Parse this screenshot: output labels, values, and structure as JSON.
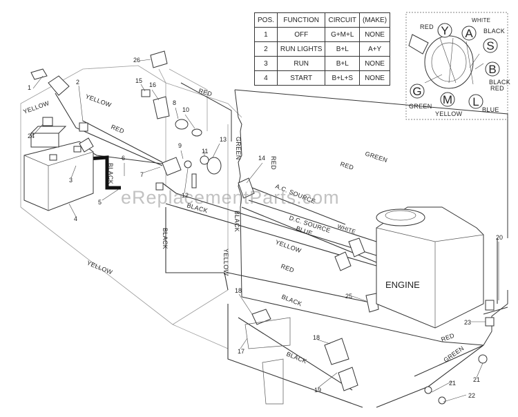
{
  "table": {
    "headers": [
      "POS.",
      "FUNCTION",
      "CIRCUIT",
      "(MAKE)"
    ],
    "rows": [
      [
        "1",
        "OFF",
        "G+M+L",
        "NONE"
      ],
      [
        "2",
        "RUN LIGHTS",
        "B+L",
        "A+Y"
      ],
      [
        "3",
        "RUN",
        "B+L",
        "NONE"
      ],
      [
        "4",
        "START",
        "B+L+S",
        "NONE"
      ]
    ]
  },
  "switch": {
    "terminals": [
      "Y",
      "A",
      "S",
      "B",
      "L",
      "M",
      "G"
    ],
    "colors": [
      "RED",
      "WHITE",
      "BLACK",
      "BLACK",
      "RED",
      "BLUE",
      "YELLOW",
      "GREEN"
    ]
  },
  "wires": [
    "YELLOW",
    "YELLOW",
    "RED",
    "BLACK",
    "RED",
    "GREEN",
    "GREEN",
    "RED",
    "RED",
    "BLACK",
    "BLACK",
    "A.C. SOURCE",
    "D.C. SOURCE",
    "WHITE",
    "BLUE",
    "YELLOW",
    "RED",
    "BLACK",
    "YELLOW",
    "YELLOW",
    "BLACK",
    "RED",
    "GREEN",
    "BLACK"
  ],
  "engine_label": "ENGINE",
  "parts": [
    "1",
    "2",
    "3",
    "4",
    "5",
    "6",
    "7",
    "8",
    "9",
    "10",
    "11",
    "12",
    "13",
    "14",
    "15",
    "16",
    "17",
    "18",
    "18",
    "19",
    "20",
    "21",
    "21",
    "22",
    "23",
    "24",
    "25",
    "26"
  ],
  "watermark": "eReplacementParts.com"
}
